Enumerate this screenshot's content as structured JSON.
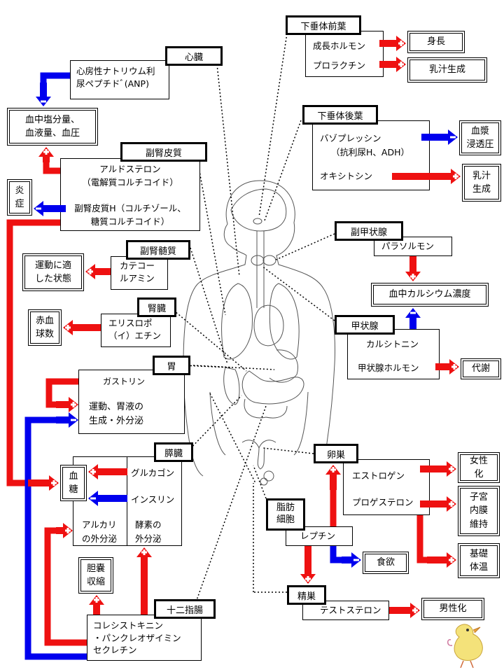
{
  "heart": {
    "label": "心臓",
    "hormone": [
      "心房性ナトリウム利",
      "尿ペプチドﾞ(ANP)"
    ]
  },
  "adrenal_cortex": {
    "label": "副腎皮質",
    "aldosterone": [
      "アルドステロン",
      "（電解質コルチコイド）"
    ],
    "cortisol": [
      "副腎皮質H（コルチゾール、",
      "糖質コルチコイド）"
    ]
  },
  "adrenal_medulla": {
    "label": "副腎髄質",
    "hormone": [
      "カテコー",
      "ルアミン"
    ]
  },
  "kidney": {
    "label": "腎臓",
    "hormone": [
      "エリスロポ",
      "（イ）エチン"
    ]
  },
  "stomach": {
    "label": "胃",
    "gastrin": "ガストリン",
    "effect": [
      "運動、胃液の",
      "生成・外分泌"
    ]
  },
  "pancreas": {
    "label": "膵臓",
    "glucagon": "グルカゴン",
    "insulin": "インスリン",
    "alkali": [
      "アルカリ",
      "の外分泌"
    ],
    "enzyme": [
      "酵素の",
      "外分泌"
    ]
  },
  "duodenum": {
    "label": "十二指腸",
    "hormones": [
      "コレシストキニン",
      "・パンクレオザイミン",
      "セクレチン"
    ]
  },
  "anterior_pituitary": {
    "label": "下垂体前葉",
    "gh": "成長ホルモン",
    "prolactin": "プロラクチン"
  },
  "posterior_pituitary": {
    "label": "下垂体後葉",
    "vasopressin": [
      "バゾプレッシン",
      "（抗利尿H、ADH）"
    ],
    "oxytocin": "オキシトシン"
  },
  "parathyroid": {
    "label": "副甲状腺",
    "hormone": "パラソルモン"
  },
  "thyroid": {
    "label": "甲状腺",
    "calcitonin": "カルシトニン",
    "thyroid_hormone": "甲状腺ホルモン"
  },
  "ovary": {
    "label": "卵巣",
    "estrogen": "エストロゲン",
    "progesterone": "プロゲステロン"
  },
  "adipocyte": {
    "label": [
      "脂肪",
      "細胞"
    ],
    "hormone": "レプチン"
  },
  "testis": {
    "label": "精巣",
    "hormone": "テストステロン"
  },
  "outputs": {
    "blood_salt": [
      "血中塩分量、",
      "血液量、血圧"
    ],
    "inflammation": [
      "炎",
      "症"
    ],
    "exercise": [
      "運動に適",
      "した状態"
    ],
    "rbc": [
      "赤血",
      "球数"
    ],
    "blood_sugar": [
      "血",
      "糖"
    ],
    "gallbladder": [
      "胆嚢",
      "収縮"
    ],
    "height": "身長",
    "milk1": "乳汁生成",
    "plasma": [
      "血漿",
      "浸透圧"
    ],
    "milk2": [
      "乳汁",
      "生成"
    ],
    "blood_calcium": "血中カルシウム濃度",
    "metabolism": "代謝",
    "feminization": [
      "女性",
      "化"
    ],
    "endometrium": [
      "子宮",
      "内膜",
      "維持"
    ],
    "basal_temp": [
      "基礎",
      "体温"
    ],
    "appetite": "食欲",
    "masculinization": "男性化"
  },
  "colors": {
    "stimulate": "#ee1111",
    "inhibit": "#0000ee"
  }
}
